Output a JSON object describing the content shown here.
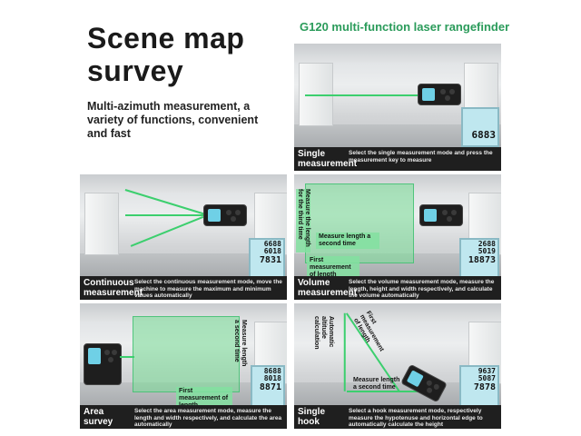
{
  "headline": {
    "line1": "Scene map",
    "line2": "survey"
  },
  "subtitle": "Multi-azimuth measurement, a variety of functions, convenient and fast",
  "product_title": "G120 multi-function laser rangefinder",
  "panels": {
    "single": {
      "title": "Single measurement",
      "desc": "Select the single measurement mode and press the measurement key to measure",
      "lcd": [
        "6883"
      ]
    },
    "continuous": {
      "title": "Continuous measurement",
      "desc": "Select the continuous measurement mode, move the machine to measure the maximum and minimum values automatically",
      "lcd": [
        "6688",
        "6018",
        "7831"
      ]
    },
    "volume": {
      "title": "Volume measurement",
      "desc": "Select the volume measurement mode, measure the length, height and width respectively, and calculate the volume automatically",
      "lcd": [
        "2688",
        "5019",
        "18873"
      ],
      "label_third": "Measure the length for the third time",
      "label_second": "Measure length a second time",
      "label_first": "First measurement of length"
    },
    "area": {
      "title": "Area survey",
      "desc": "Select the area measurement mode, measure the length and width respectively, and calculate the area automatically",
      "lcd": [
        "8688",
        "8018",
        "8871"
      ],
      "label_second": "Measure length a second time",
      "label_first": "First measurement of length"
    },
    "hook": {
      "title": "Single hook",
      "desc": "Select a hook measurement mode, respectively measure the hypotenuse and horizontal edge to automatically calculate the height",
      "lcd": [
        "9637",
        "5087",
        "7878"
      ],
      "label_auto": "Automatic altitude calculation",
      "label_first": "First measurement of length",
      "label_second": "Measure length a second time"
    }
  },
  "colors": {
    "accent": "#2a9b5a",
    "laser": "#3ccf6e",
    "lcd": "#bfe7ef",
    "caption_bg": "#1f1f1f"
  }
}
